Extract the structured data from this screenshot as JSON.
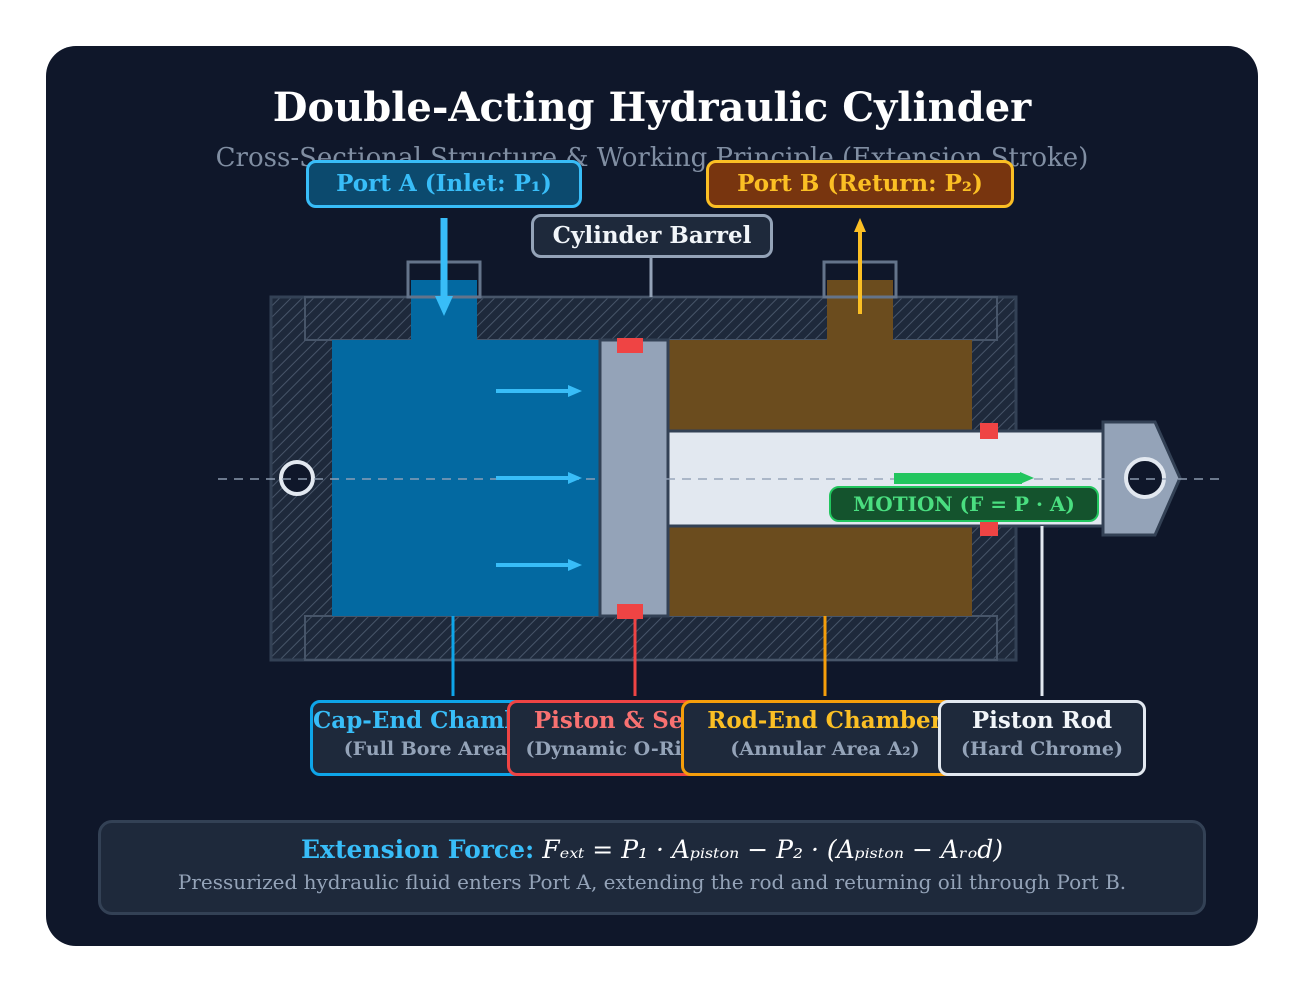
{
  "header": {
    "title": "Double-Acting Hydraulic Cylinder",
    "subtitle": "Cross-Sectional Structure & Working Principle (Extension Stroke)"
  },
  "labels": {
    "port_a": "Port A (Inlet: P₁)",
    "port_b": "Port B (Return: P₂)",
    "barrel": "Cylinder Barrel",
    "motion": "MOTION (F = P · A)",
    "cap_end": {
      "title": "Cap-End Chamber",
      "sub": "(Full Bore Area)"
    },
    "piston": {
      "title": "Piston & Seals",
      "sub": "(Dynamic O-Rings)"
    },
    "rod_end": {
      "title": "Rod-End Chamber",
      "sub": "(Annular Area A₂)"
    },
    "rod": {
      "title": "Piston Rod",
      "sub": "(Hard Chrome)"
    }
  },
  "formula": {
    "lead": "Extension Force:",
    "expression": "Fₑₓₜ = P₁ · Aₚᵢₛₜₒₙ − P₂ · (Aₚᵢₛₜₒₙ − Aᵣₒd)",
    "description": "Pressurized hydraulic fluid enters Port A, extending the rod and returning oil through Port B."
  },
  "colors": {
    "background": "#0f172a",
    "cap_fluid": "#0369a1",
    "rod_fluid": "#6b4c1e",
    "port_a": "#38bdf8",
    "port_b": "#fbbf24",
    "seal": "#ef4444",
    "motion": "#22c55e",
    "piston": "#94a3b8",
    "rod": "#e2e8f0"
  }
}
